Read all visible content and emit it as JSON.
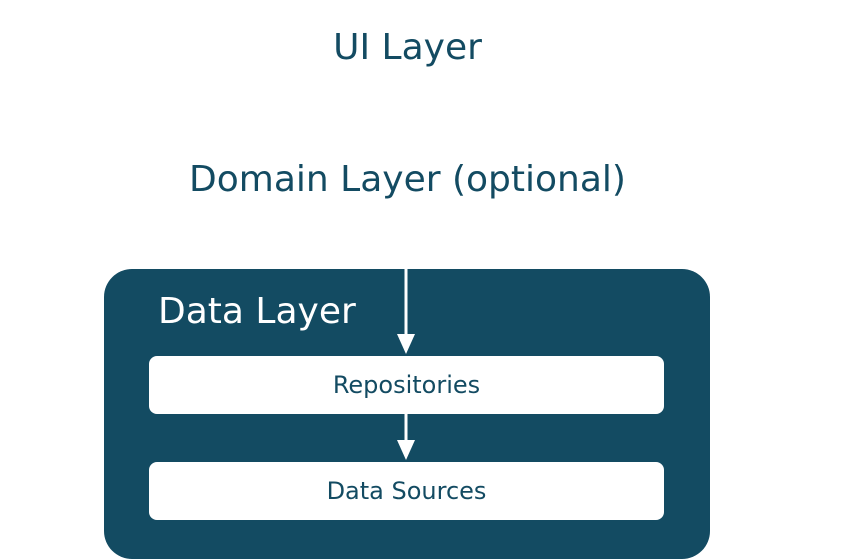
{
  "ui_layer": {
    "label": "UI Layer"
  },
  "domain_layer": {
    "label": "Domain Layer (optional)"
  },
  "data_layer": {
    "title": "Data Layer",
    "repositories": "Repositories",
    "data_sources": "Data Sources"
  },
  "colors": {
    "data_layer_fill": "#134b62",
    "text": "#134b62",
    "inner_box_fill": "#ffffff",
    "arrow": "#ffffff"
  }
}
